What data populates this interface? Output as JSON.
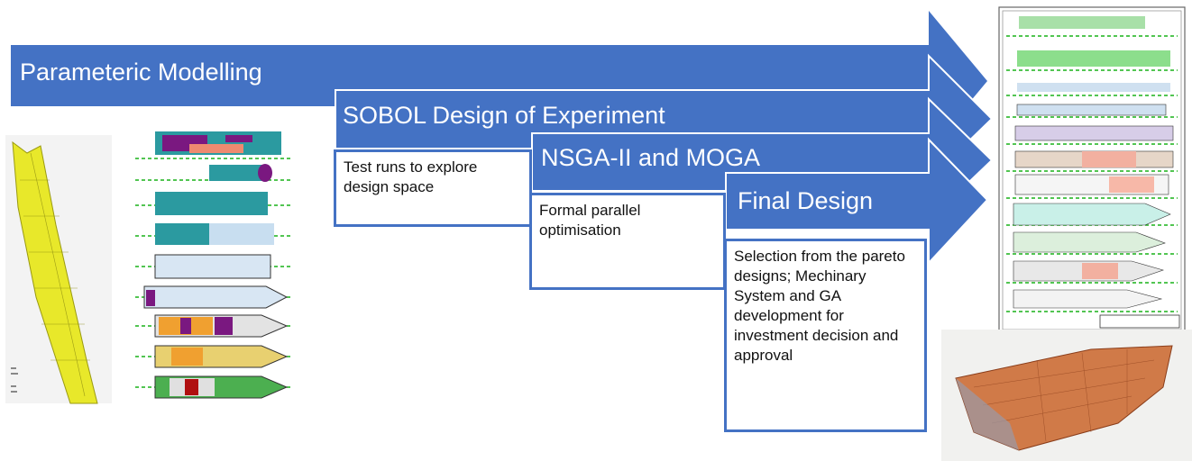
{
  "stages": [
    {
      "title": "Parameteric Modelling",
      "description": ""
    },
    {
      "title": "SOBOL Design of Experiment",
      "description": "Test runs to explore design space"
    },
    {
      "title": "NSGA-II and MOGA",
      "description": "Formal parallel optimisation"
    },
    {
      "title": "Final Design",
      "description": "Selection from the pareto designs; Mechinary System and GA development for investment decision and approval"
    }
  ],
  "colors": {
    "arrow": "#4472c4",
    "box_border": "#4472c4",
    "text_on_arrow": "#ffffff"
  },
  "images": {
    "hull_3d": "yellow-hull-render",
    "deck_plans": "deck-layout-drawings",
    "final_ga": "general-arrangement-drawing",
    "structure_3d": "ship-structure-model"
  }
}
